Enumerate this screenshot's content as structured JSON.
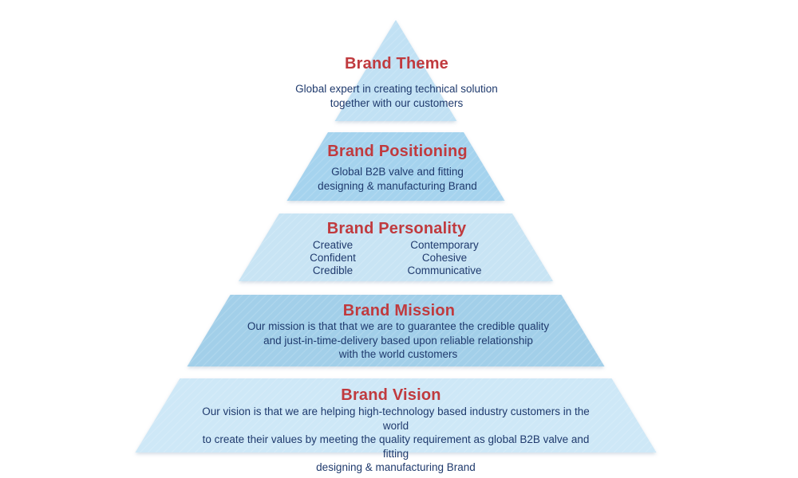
{
  "page": {
    "background_color": "#ffffff",
    "description": "Brand identity pyramid diagram"
  },
  "colors": {
    "heading_text": "#c03a3e",
    "body_text": "#1f3a6d",
    "separator": "#ffffff"
  },
  "pyramid": {
    "tiers": [
      {
        "id": "brand-theme",
        "title": "Brand Theme",
        "body": "Global expert in creating technical solution\ntogether with our customers",
        "fill": "#c1e1f4"
      },
      {
        "id": "brand-positioning",
        "title": "Brand Positioning",
        "body": "Global B2B valve and fitting\ndesigning & manufacturing Brand",
        "fill": "#a5d3ee"
      },
      {
        "id": "brand-personality",
        "title": "Brand Personality",
        "left_column": "Creative\nConfident\nCredible",
        "right_column": "Contemporary\nCohesive\nCommunicative",
        "fill": "#c8e4f4"
      },
      {
        "id": "brand-mission",
        "title": "Brand Mission",
        "body": "Our mission is that that we are to guarantee the credible quality\nand just-in-time-delivery based upon reliable relationship\nwith the world customers",
        "fill": "#a2cfe9"
      },
      {
        "id": "brand-vision",
        "title": "Brand Vision",
        "body": "Our vision is that we are helping high-technology based industry customers in the world\nto create their values by meeting the quality requirement as global B2B valve and fitting\ndesigning & manufacturing Brand",
        "fill": "#cee8f7"
      }
    ]
  }
}
